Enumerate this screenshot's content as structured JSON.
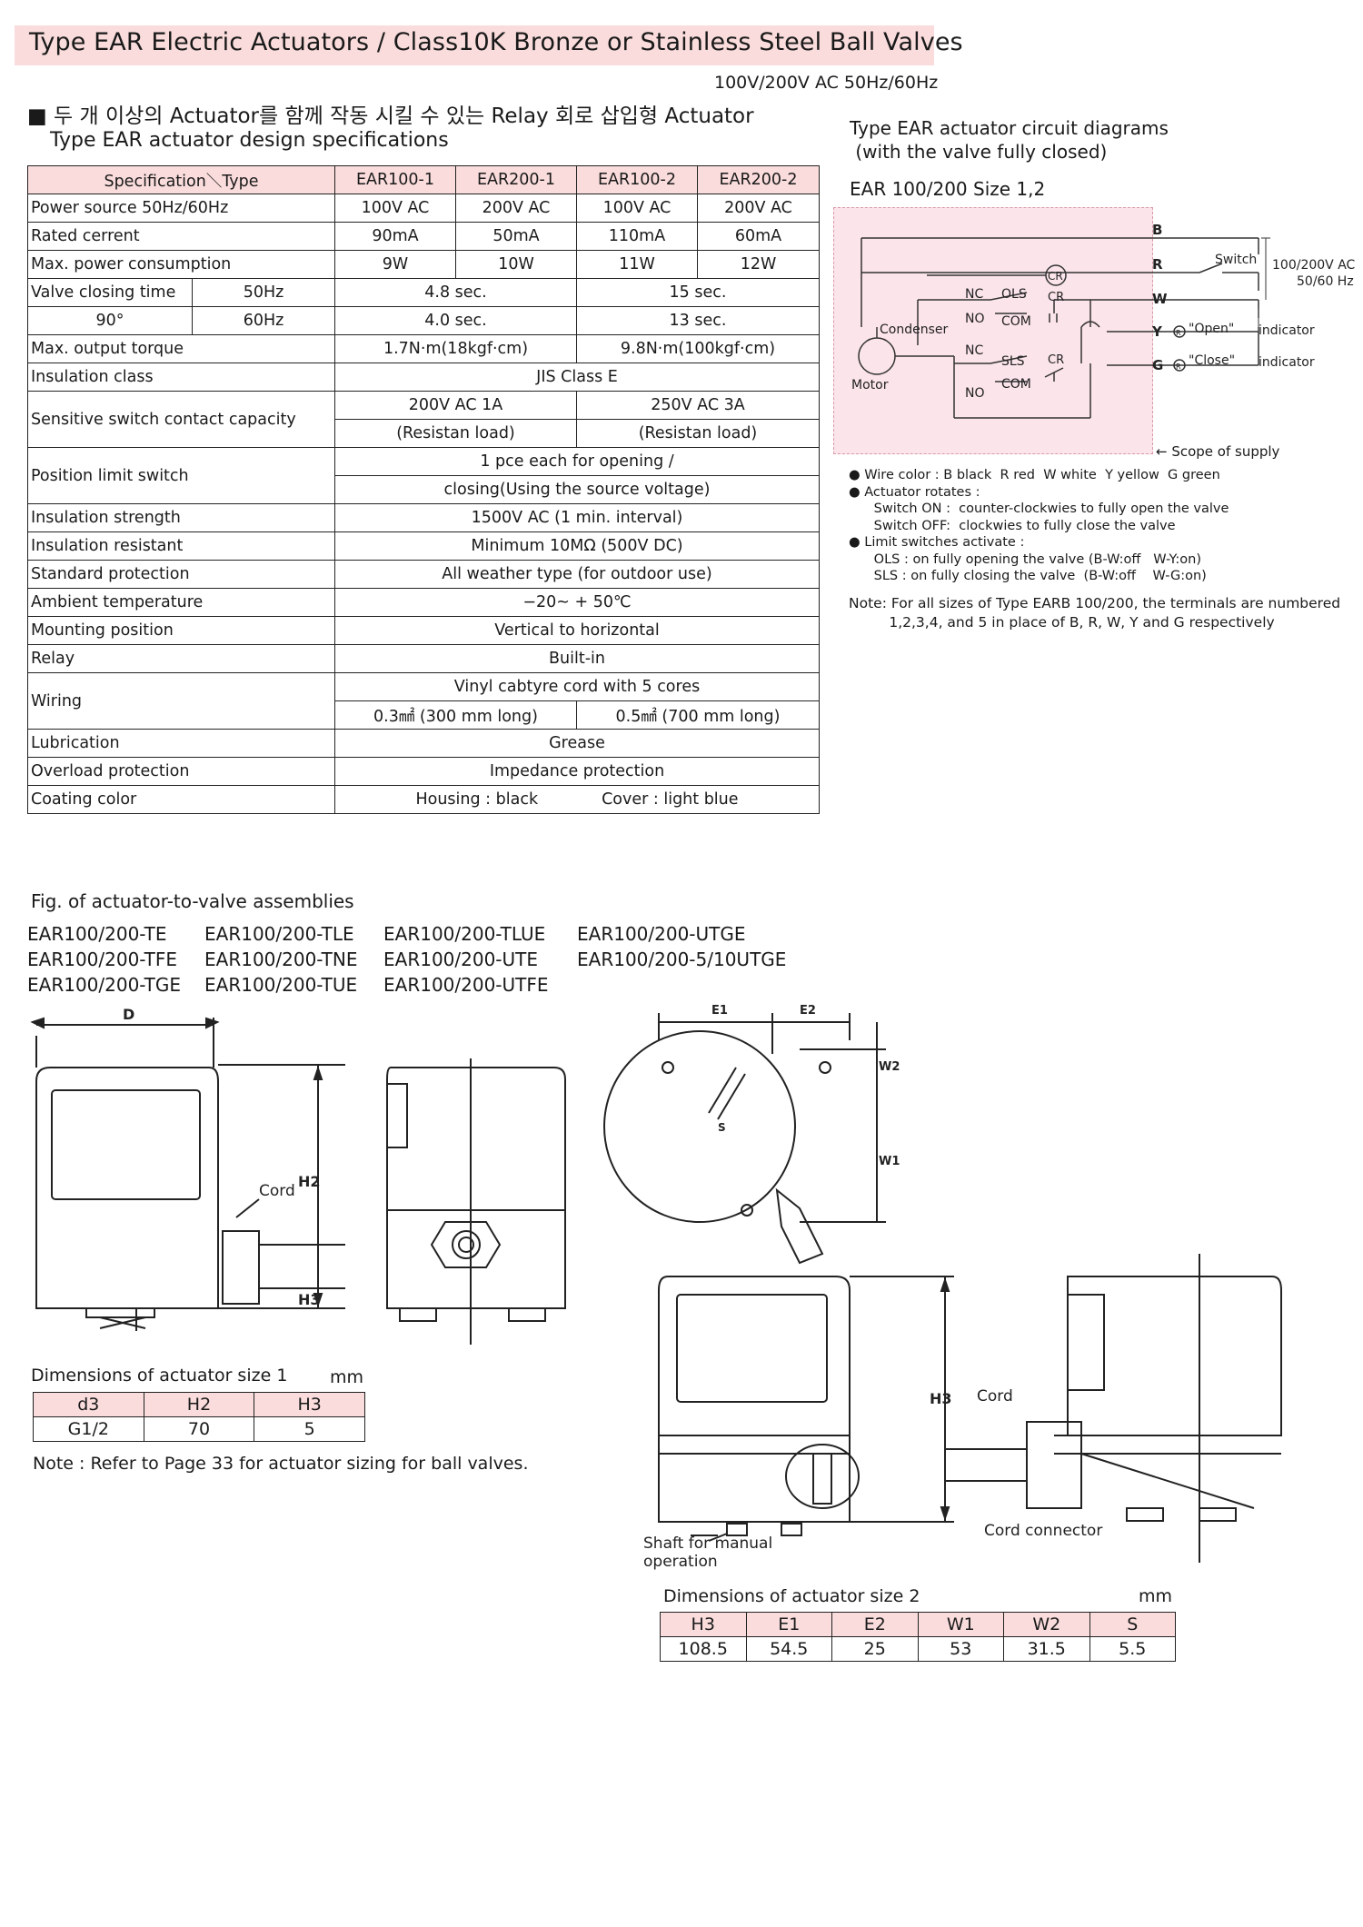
{
  "header": {
    "title": "Type EAR Electric Actuators / Class10K Bronze or Stainless Steel Ball Valves",
    "voltage": "100V/200V AC 50Hz/60Hz",
    "bullet": "■ 두 개 이상의 Actuator를 함께 작동 시킬 수 있는 Relay 회로 삽입형 Actuator",
    "specs_title": "Type EAR actuator design specifications"
  },
  "spec_table": {
    "header": [
      "Specification＼Type",
      "EAR100-1",
      "EAR200-1",
      "EAR100-2",
      "EAR200-2"
    ],
    "power_source": [
      "Power source 50Hz/60Hz",
      "100V AC",
      "200V AC",
      "100V AC",
      "200V AC"
    ],
    "rated_current": [
      "Rated cerrent",
      "90mA",
      "50mA",
      "110mA",
      "60mA"
    ],
    "max_power": [
      "Max. power consumption",
      "9W",
      "10W",
      "11W",
      "12W"
    ],
    "closing_time": {
      "label": "Valve closing time",
      "angle": "90°",
      "hz50": "50Hz",
      "hz60": "60Hz",
      "v50_a": "4.8 sec.",
      "v50_b": "15 sec.",
      "v60_a": "4.0 sec.",
      "v60_b": "13 sec."
    },
    "torque": [
      "Max. output torque",
      "1.7N·m(18kgf·cm)",
      "9.8N·m(100kgf·cm)"
    ],
    "insulation_class": [
      "Insulation class",
      "JIS Class E"
    ],
    "sensitive_switch": {
      "label": "Sensitive switch contact capacity",
      "a1": "200V AC 1A",
      "b1": "250V AC 3A",
      "a2": "(Resistan load)",
      "b2": "(Resistan load)"
    },
    "position_limit": {
      "label": "Position limit switch",
      "line1": "1 pce each for opening /",
      "line2": "closing(Using the source voltage)"
    },
    "insulation_strength": [
      "Insulation strength",
      "1500V AC (1 min. interval)"
    ],
    "insulation_resistant": [
      "Insulation resistant",
      "Minimum 10MΩ (500V DC)"
    ],
    "standard_protection": [
      "Standard protection",
      "All weather type (for outdoor use)"
    ],
    "ambient": [
      "Ambient temperature",
      "−20~ + 50℃"
    ],
    "mounting": [
      "Mounting position",
      "Vertical to horizontal"
    ],
    "relay": [
      "Relay",
      "Built-in"
    ],
    "wiring": {
      "label": "Wiring",
      "line1": "Vinyl cabtyre cord with 5 cores",
      "a": "0.3㎟ (300 mm long)",
      "b": "0.5㎟ (700 mm long)"
    },
    "lubrication": [
      "Lubrication",
      "Grease"
    ],
    "overload": [
      "Overload protection",
      "Impedance protection"
    ],
    "coating": {
      "label": "Coating color",
      "housing": "Housing : black",
      "cover": "Cover : light blue"
    }
  },
  "circuit": {
    "title": "Type EAR actuator circuit diagrams\n (with the valve fully closed)",
    "size_label": "EAR 100/200 Size 1,2",
    "labels": {
      "B": "B",
      "R": "R",
      "W": "W",
      "Y": "Y",
      "G": "G",
      "switch": "Switch",
      "supply": "100/200V AC",
      "freq": "50/60 Hz",
      "cr": "CR",
      "nc": "NC",
      "no": "NO",
      "ols": "OLS",
      "sls": "SLS",
      "com": "COM",
      "condenser": "Condenser",
      "motor": "Motor",
      "open": "\"Open\"",
      "close": "\"Close\"",
      "indicator": "indicator",
      "lamp": "R"
    },
    "scope": "← Scope of supply",
    "notes": "● Wire color : B black  R red  W white  Y yellow  G green\n● Actuator rotates :\n      Switch ON :  counter-clockwies to fully open the valve\n      Switch OFF:  clockwies to fully close the valve\n● Limit switches activate :\n      OLS : on fully opening the valve (B-W:off   W-Y:on)\n      SLS : on fully closing the valve  (B-W:off    W-G:on)",
    "note2": "Note: For all sizes of Type EARB 100/200, the terminals are numbered\n         1,2,3,4, and 5 in place of B, R, W, Y and G respectively"
  },
  "assemblies": {
    "title": "Fig. of actuator-to-valve assemblies",
    "col1": [
      "EAR100/200-TE",
      "EAR100/200-TFE",
      "EAR100/200-TGE"
    ],
    "col2": [
      "EAR100/200-TLE",
      "EAR100/200-TNE",
      "EAR100/200-TUE"
    ],
    "col3": [
      "EAR100/200-TLUE",
      "EAR100/200-UTE",
      "EAR100/200-UTFE"
    ],
    "col4": [
      "EAR100/200-UTGE",
      "EAR100/200-5/10UTGE"
    ]
  },
  "drawing_labels": {
    "d": "D",
    "h2": "H2",
    "h3": "H3",
    "cord": "Cord",
    "e1": "E1",
    "e2": "E2",
    "w1": "W1",
    "w2": "W2",
    "s": "S",
    "cord_connector": "Cord connector",
    "shaft": "Shaft for manual\noperation"
  },
  "dims_size1": {
    "title": "Dimensions of actuator size 1",
    "unit": "mm",
    "headers": [
      "d3",
      "H2",
      "H3"
    ],
    "values": [
      "G1/2",
      "70",
      "5"
    ]
  },
  "note_refer": "Note : Refer to Page 33 for actuator sizing for ball valves.",
  "dims_size2": {
    "title": "Dimensions of actuator size 2",
    "unit": "mm",
    "headers": [
      "H3",
      "E1",
      "E2",
      "W1",
      "W2",
      "S"
    ],
    "values": [
      "108.5",
      "54.5",
      "25",
      "53",
      "31.5",
      "5.5"
    ]
  }
}
